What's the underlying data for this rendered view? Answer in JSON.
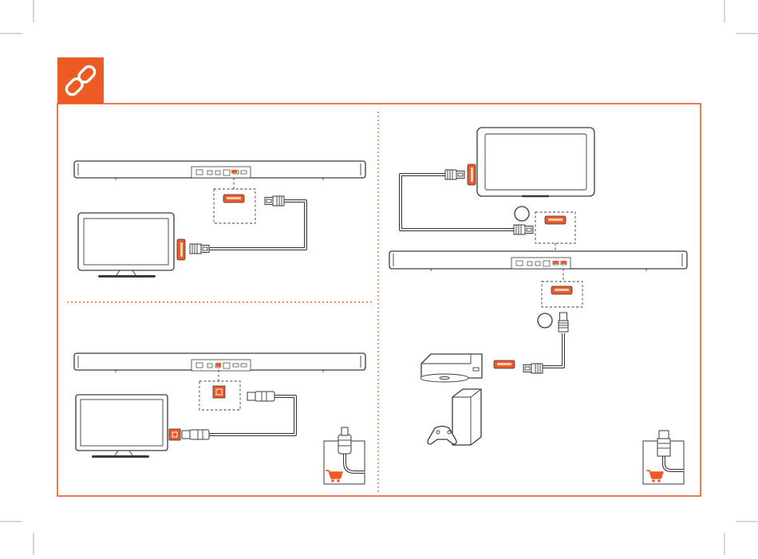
{
  "colors": {
    "accent": "#ee5a24",
    "frame": "#ec5a23",
    "line_art": "#3a3a3a",
    "background": "#ffffff"
  },
  "header": {
    "icon": "chain-link-icon"
  },
  "panels": {
    "left_top": {
      "kind": "hdmi-arc-connection",
      "devices": [
        "soundbar",
        "tv"
      ],
      "icon": "hdmi-port-icon"
    },
    "left_bottom": {
      "kind": "optical-connection",
      "devices": [
        "soundbar",
        "tv"
      ],
      "icon": "optical-port-icon"
    },
    "right": {
      "kind": "hdmi-in-passthrough",
      "devices": [
        "tv",
        "soundbar",
        "blu-ray-player",
        "game-console"
      ],
      "icon": "hdmi-port-icon"
    }
  },
  "badges": {
    "shopping_cart_icon": "shopping-cart-icon"
  }
}
